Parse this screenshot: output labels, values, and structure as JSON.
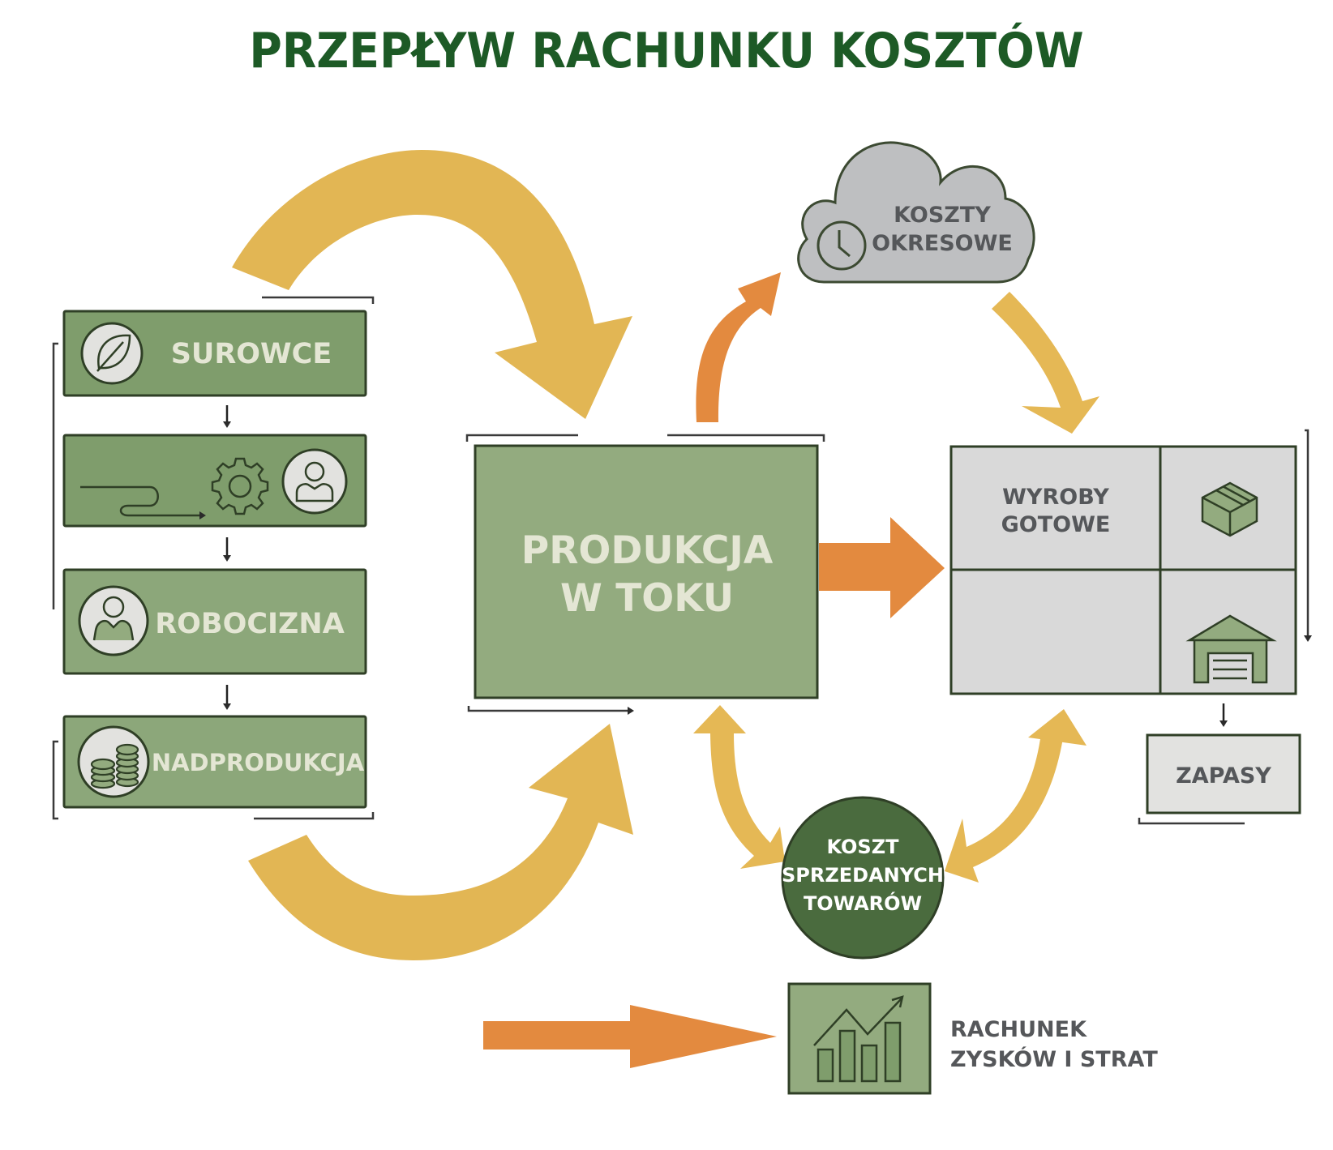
{
  "title": "PRZEPŁYW RACHUNKU KOSZTÓW",
  "colors": {
    "title": "#1d5a26",
    "box_green": "#7f9d6c",
    "box_green_light": "#93ab7f",
    "box_border": "#2f3f26",
    "label_light": "#e4e6d4",
    "gray_box": "#d9d9d9",
    "gray_text": "#55575a",
    "cloud": "#bebfc1",
    "yellow_arrow": "#e2b654",
    "orange_arrow": "#e38a3f",
    "dark_circle": "#4a6b3e",
    "white": "#ffffff"
  },
  "inputs": {
    "items": [
      {
        "label": "SUROWCE",
        "icon": "leaf-icon"
      },
      {
        "label": "",
        "icon": "gear-icon",
        "secondary_icon": "person-icon",
        "note": "process flow"
      },
      {
        "label": "ROBOCIZNA",
        "icon": "person-icon"
      },
      {
        "label": "NADPRODUKCJA",
        "icon": "coins-icon"
      }
    ]
  },
  "wip": {
    "line1": "PRODUKCJA",
    "line2": "W TOKU"
  },
  "period_costs": {
    "line1": "KOSZTY",
    "line2": "OKRESOWE",
    "icon": "clock-icon"
  },
  "finished_goods": {
    "line1": "WYROBY",
    "line2": "GOTOWE",
    "icons": [
      "box-icon",
      "warehouse-icon"
    ]
  },
  "inventory": {
    "label": "ZAPASY"
  },
  "cogs": {
    "line1": "KOSZT",
    "line2": "SPRZEDANYCH",
    "line3": "TOWARÓW"
  },
  "income_statement": {
    "line1": "RACHUNEK",
    "line2": "ZYSKÓW I STRAT",
    "icon": "bar-chart-icon"
  }
}
